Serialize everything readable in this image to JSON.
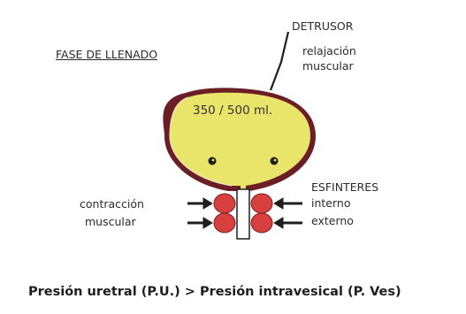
{
  "diagram": {
    "phase_title": "FASE DE LLENADO",
    "detrusor": {
      "title": "DETRUSOR",
      "state_line1": "relajación",
      "state_line2": "muscular"
    },
    "volume": "350 / 500 ml.",
    "left_note": {
      "line1": "contracción",
      "line2": "muscular"
    },
    "sphincters": {
      "title": "ESFINTERES",
      "internal": "interno",
      "external": "externo"
    },
    "formula": "Presión uretral (P.U.) >  Presión intravesical (P. Ves)"
  },
  "colors": {
    "bladder_wall": "#6b1f24",
    "urine_fill": "#e9e46a",
    "sphincter": "#d8403f",
    "text": "#2b2b2b"
  }
}
